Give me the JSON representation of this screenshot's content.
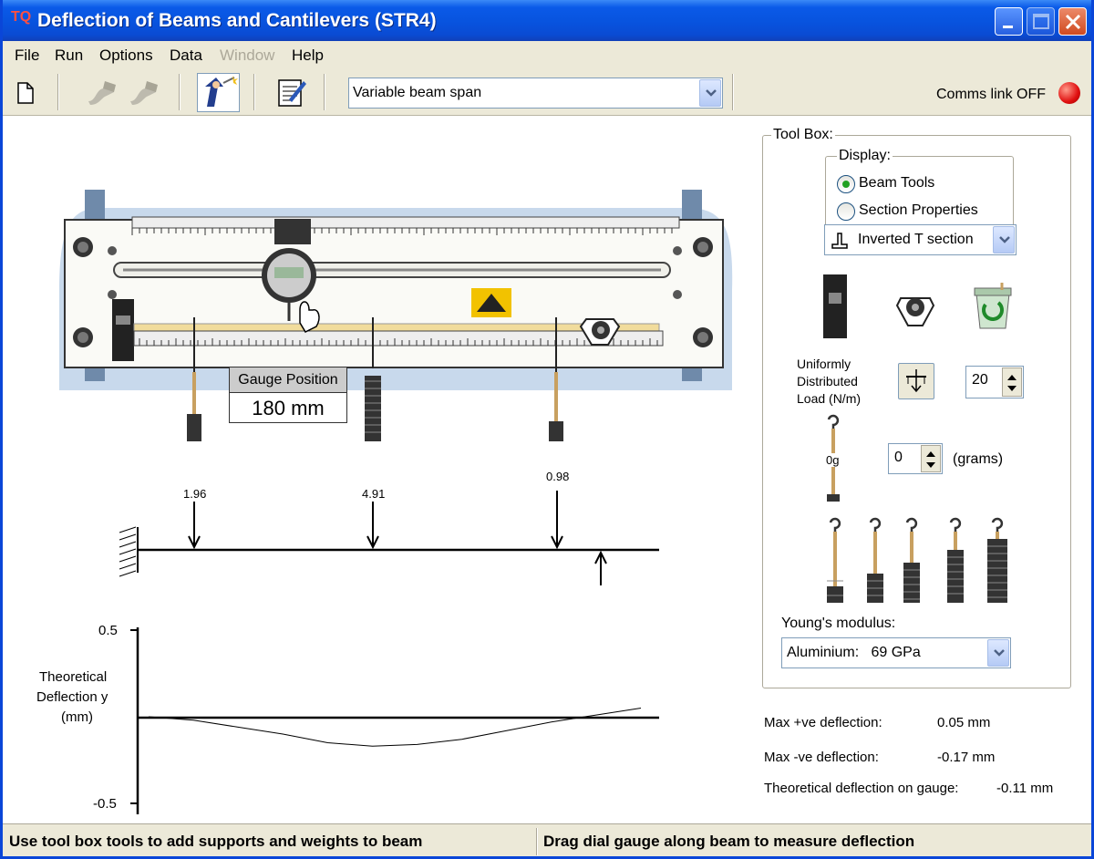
{
  "window": {
    "title": "Deflection of Beams and Cantilevers (STR4)",
    "logo": "TQ"
  },
  "menu": [
    "File",
    "Run",
    "Options",
    "Data",
    "Window",
    "Help"
  ],
  "toolbar": {
    "mode_select": "Variable beam span",
    "comms_label": "Comms link OFF",
    "comms_color": "#e01010"
  },
  "gauge": {
    "label": "Gauge Position",
    "value": "180 mm"
  },
  "loads": [
    {
      "value": "1.96"
    },
    {
      "value": "4.91"
    },
    {
      "value": "0.98"
    }
  ],
  "graph": {
    "ylabel_1": "Theoretical",
    "ylabel_2": "Deflection y",
    "ylabel_3": "(mm)",
    "ytick_top": "0.5",
    "ytick_bottom": "-0.5"
  },
  "chart_data": {
    "type": "line",
    "title": "",
    "xlabel": "",
    "ylabel": "Theoretical Deflection y (mm)",
    "ylim": [
      -0.5,
      0.5
    ],
    "series": [
      {
        "values": [
          0,
          -0.02,
          -0.06,
          -0.1,
          -0.15,
          -0.17,
          -0.16,
          -0.13,
          -0.08,
          -0.03,
          0.01,
          0.05
        ]
      }
    ]
  },
  "toolbox": {
    "title": "Tool Box:",
    "display_title": "Display:",
    "radio_beam": "Beam Tools",
    "radio_section": "Section Properties",
    "section_select": "Inverted T section",
    "udl_line1": "Uniformly",
    "udl_line2": "Distributed",
    "udl_line3": "Load (N/m)",
    "udl_value": "20",
    "hanger_label": "0g",
    "mass_value": "0",
    "mass_unit": "(grams)",
    "youngs_label": "Young's modulus:",
    "material_select": "Aluminium:   69 GPa"
  },
  "results": {
    "max_pos_label": "Max +ve deflection:",
    "max_pos_value": "0.05 mm",
    "max_neg_label": "Max -ve deflection:",
    "max_neg_value": "-0.17 mm",
    "gauge_label": "Theoretical deflection on gauge:",
    "gauge_value": "-0.11 mm"
  },
  "status": {
    "left": "Use tool box tools to add supports and weights to beam",
    "right": "Drag dial gauge along beam to measure deflection"
  }
}
